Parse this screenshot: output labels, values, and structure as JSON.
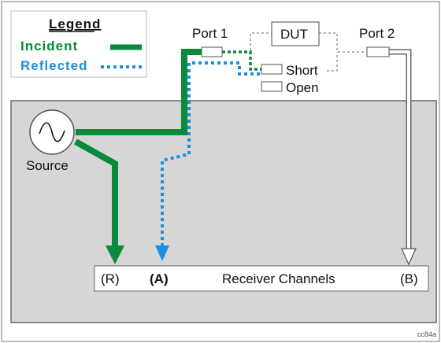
{
  "colors": {
    "incident": "#0a8a3a",
    "reflected": "#1e8fe0",
    "enclosure": "#d6d6d6",
    "border": "#777777"
  },
  "legend": {
    "title": "Legend",
    "incident": "Incident",
    "reflected": "Reflected"
  },
  "labels": {
    "port1": "Port 1",
    "port2": "Port 2",
    "dut": "DUT",
    "short": "Short",
    "open": "Open",
    "source": "Source",
    "receiver_channels": "Receiver Channels",
    "channel_r": "(R)",
    "channel_a": "(A)",
    "channel_b": "(B)",
    "figure_code": "cc84a"
  },
  "icons": {
    "source": "sine-wave-icon"
  }
}
